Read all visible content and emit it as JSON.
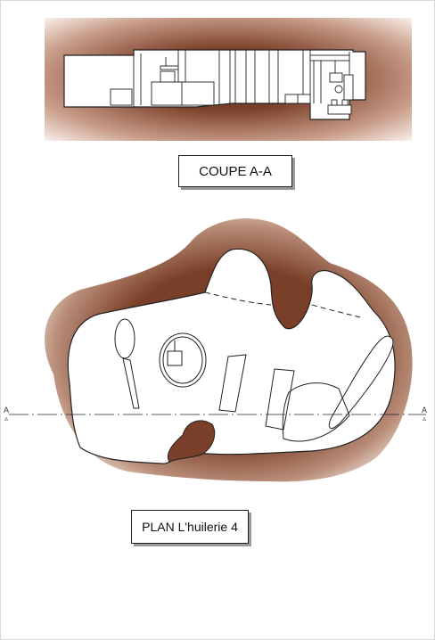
{
  "section_label": "COUPE A-A",
  "plan_label": "PLAN L'huilerie 4",
  "axis_marker": "A",
  "colors": {
    "rock_dark": "#7a3f28",
    "rock_light": "#f5ebe6",
    "line": "#222222"
  }
}
